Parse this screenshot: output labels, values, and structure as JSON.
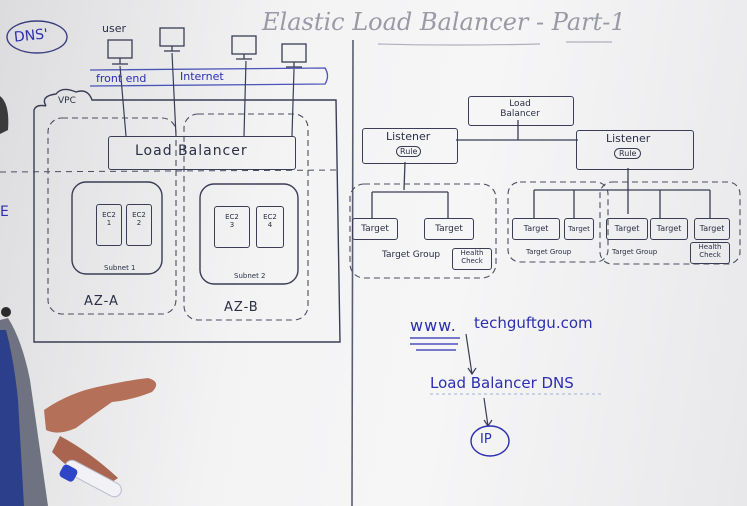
{
  "title": "Elastic Load Balancer - Part-1",
  "dns_bubble": "DNS'",
  "user_label": "user",
  "frontend_label": "front end",
  "internet_label": "Internet",
  "vpc_label": "VPC",
  "left_lb_label": "Load Balancer",
  "ec2": [
    "EC2\n1",
    "EC2\n2",
    "EC2\n3",
    "EC2\n4"
  ],
  "subnets": [
    "Subnet 1",
    "Subnet 2"
  ],
  "azs": [
    "AZ-A",
    "AZ-B"
  ],
  "left_edge_letter": "E",
  "right_lb_label": "Load\nBalancer",
  "listener_label": "Listener",
  "rule_label": "Rule",
  "target_label": "Target",
  "target_group_label": "Target Group",
  "health_check_label": "Health\nCheck",
  "url_prefix": "www.",
  "url_domain": "techguftgu.com",
  "lb_dns_label": "Load Balancer DNS",
  "ip_label": "IP"
}
